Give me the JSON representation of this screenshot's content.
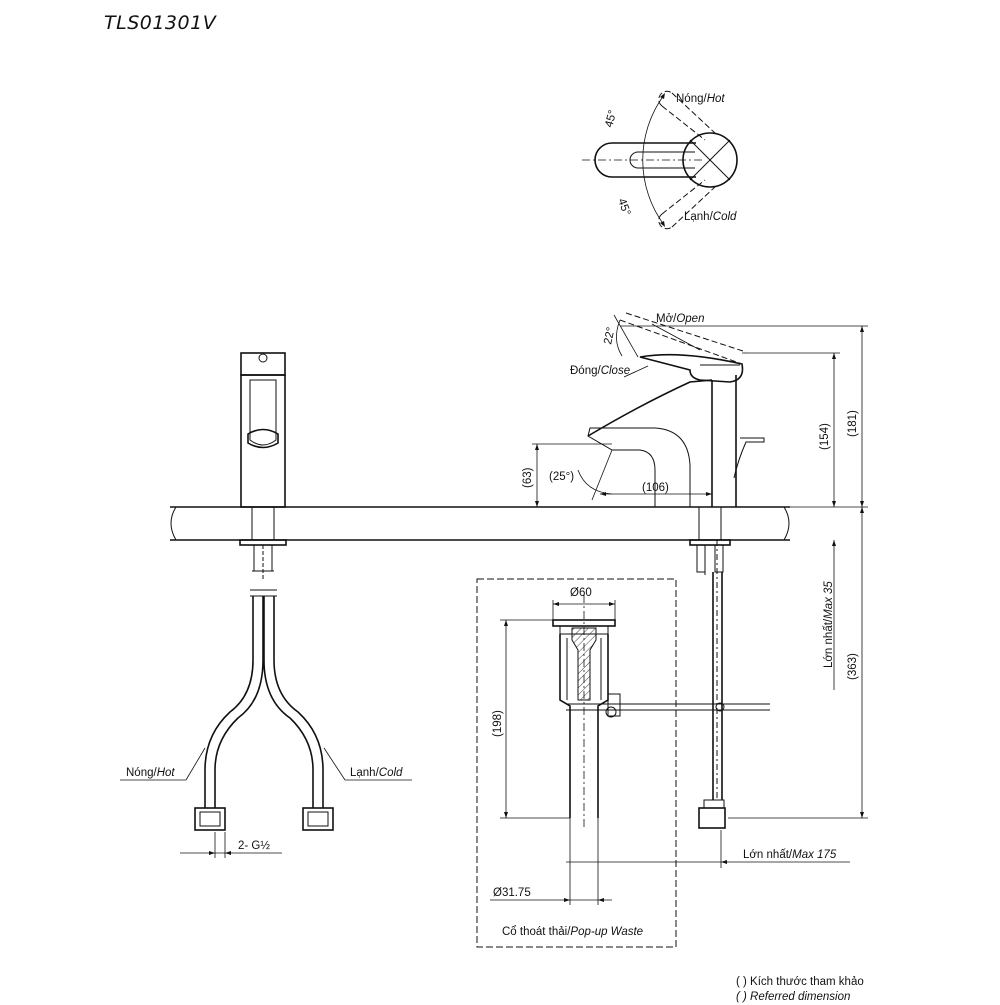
{
  "title": "TLS01301V",
  "handle_view": {
    "angle_hot": "45°",
    "angle_cold": "45°",
    "hot_vi": "Nóng/",
    "hot_en": "Hot",
    "cold_vi": "Lạnh/",
    "cold_en": "Cold"
  },
  "side_view": {
    "open_vi": "Mở/",
    "open_en": "Open",
    "close_vi": "Đóng/",
    "close_en": "Close",
    "angle_open": "22°",
    "angle_spout": "(25°)",
    "dim_reach": "(106)",
    "dim_spout_height": "(63)",
    "dim_154": "(154)",
    "dim_181": "(181)",
    "dim_363": "(363)",
    "max_thickness_vi": "Lớn nhất/",
    "max_thickness_en": "Max 35",
    "max_175_vi": "Lớn nhất/",
    "max_175_en": "Max 175"
  },
  "front_view": {
    "hot_vi": "Nóng/",
    "hot_en": "Hot",
    "cold_vi": "Lạnh/",
    "cold_en": "Cold",
    "thread": "2- G½"
  },
  "waste": {
    "dia_top": "Ø60",
    "dia_bottom": "Ø31.75",
    "height": "(198)",
    "label_vi": "Cổ thoát thải/",
    "label_en": "Pop-up Waste"
  },
  "legend": {
    "line1": "( ) Kích thước tham khảo",
    "line2": "( ) Referred dimension"
  }
}
